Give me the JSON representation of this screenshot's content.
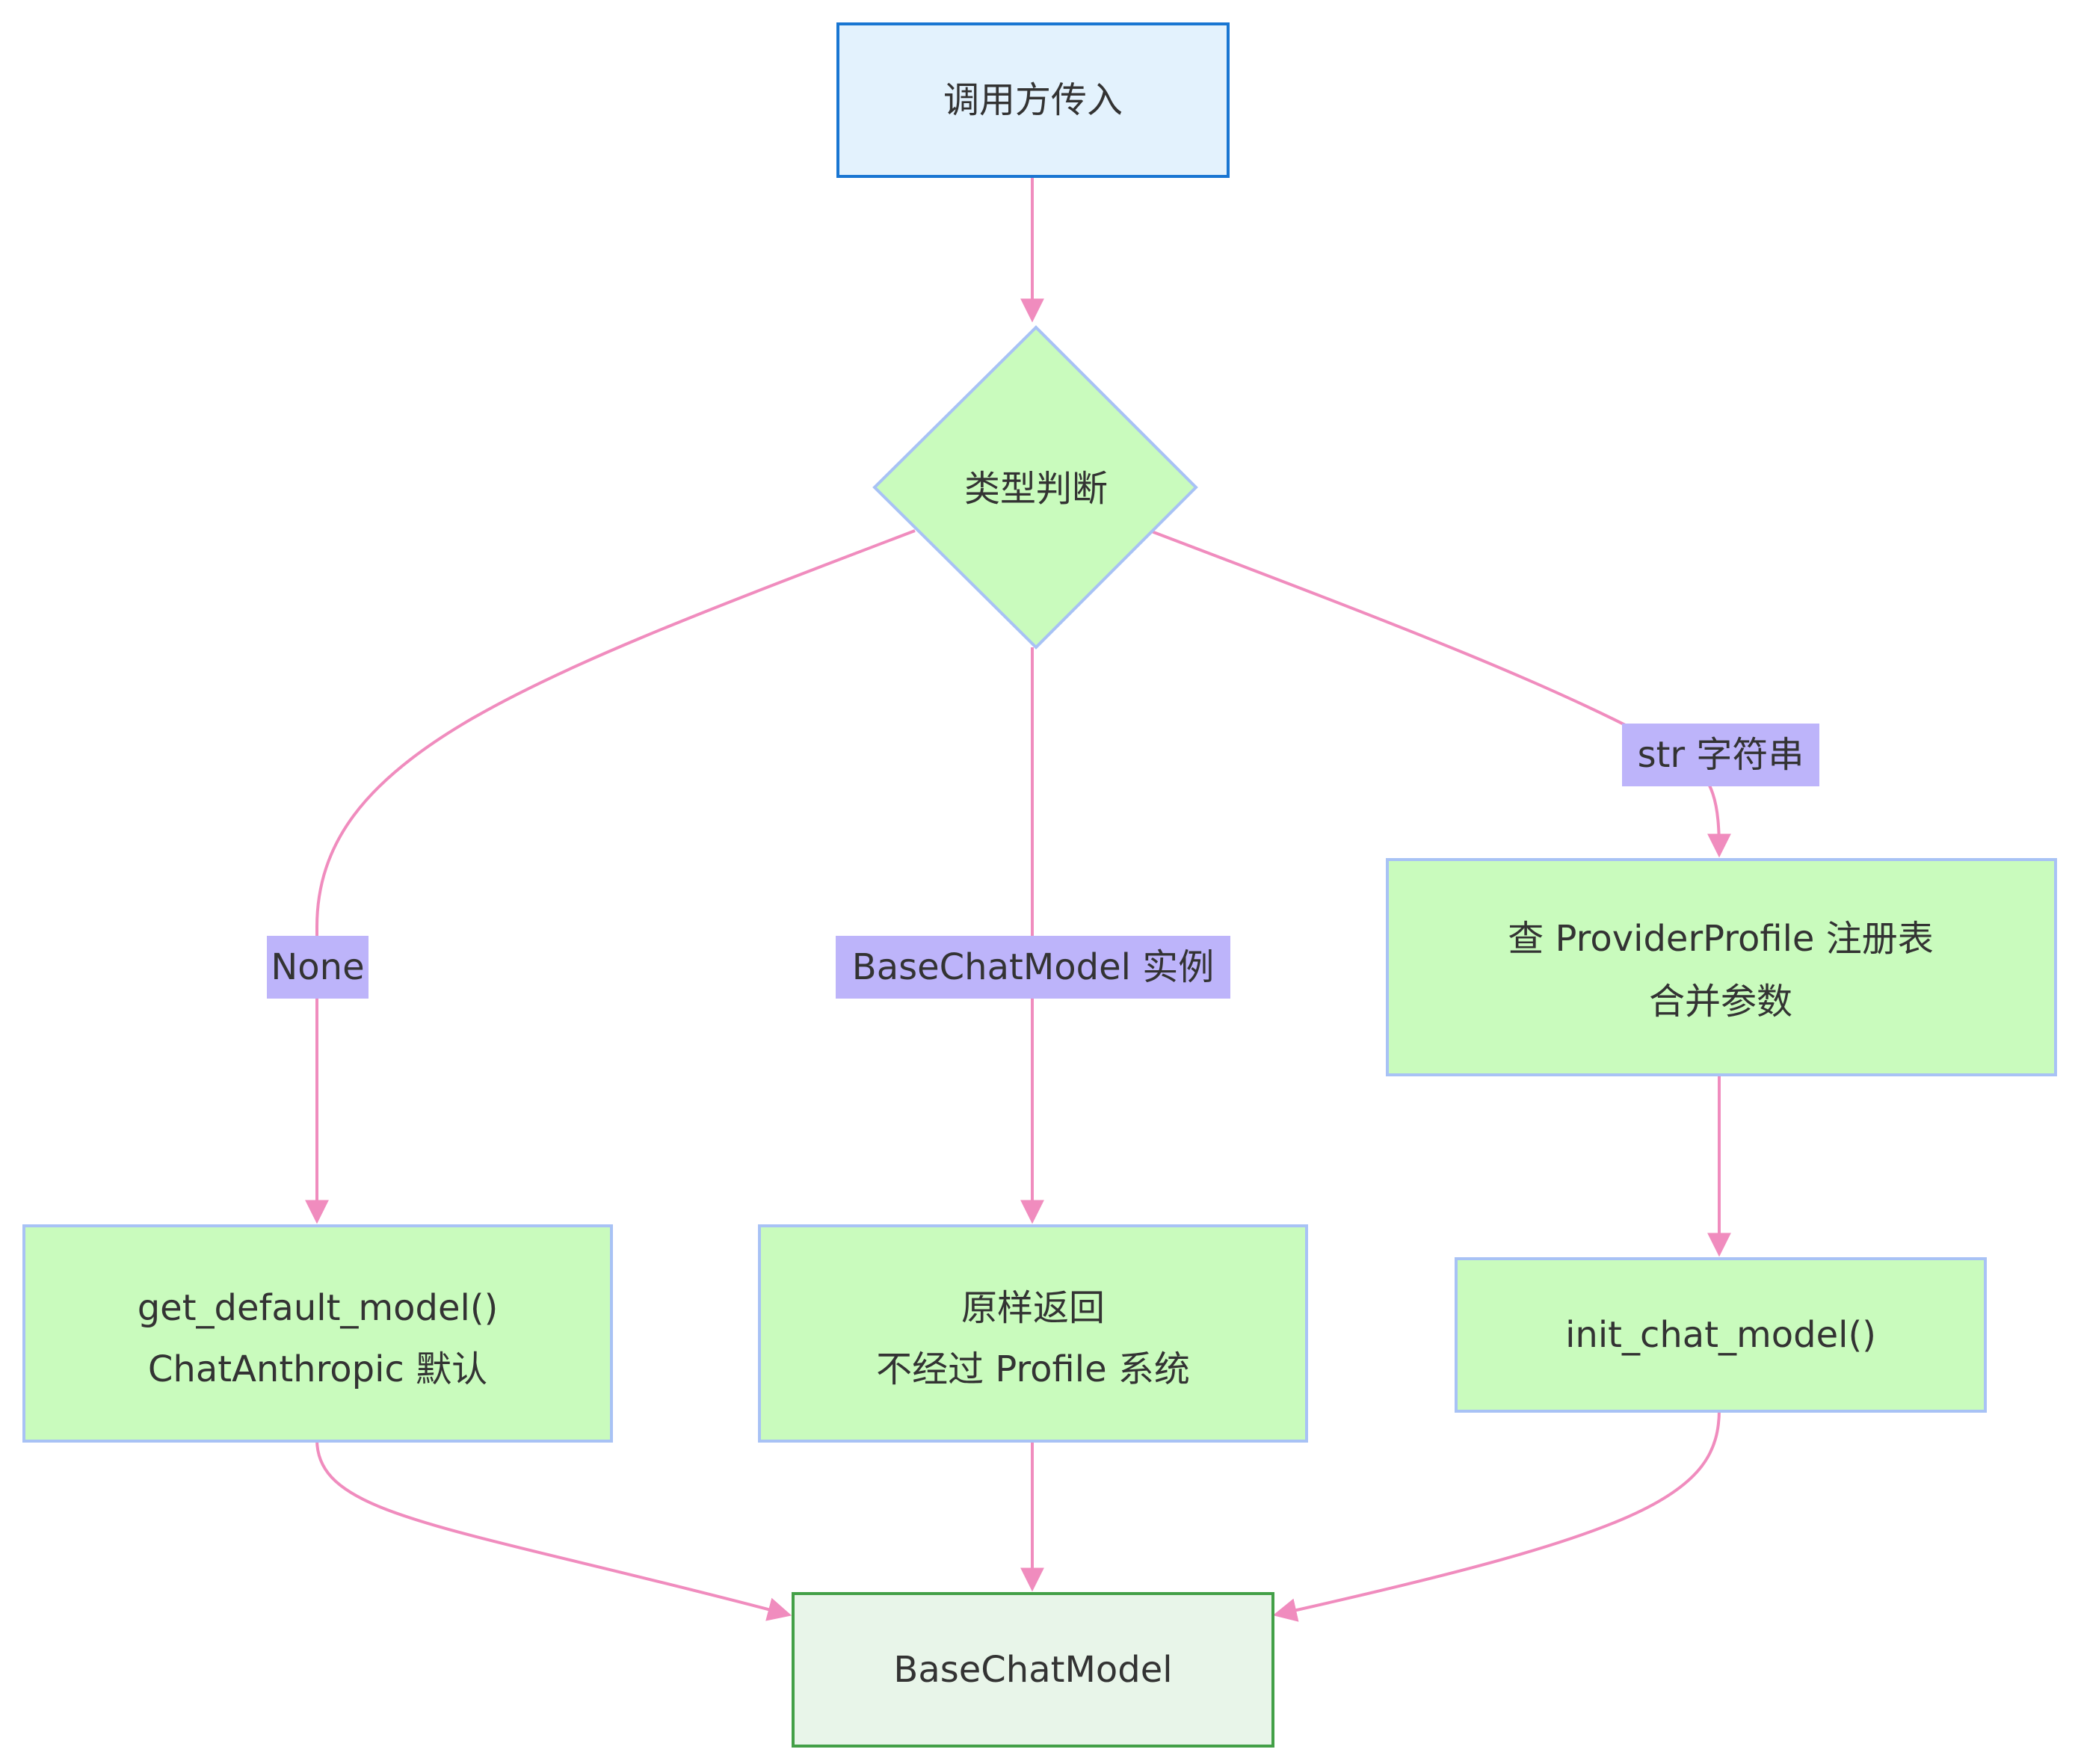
{
  "nodes": {
    "input": {
      "lines": [
        "调用方传入"
      ],
      "fill": "#E3F2FD",
      "stroke": "#1976D2"
    },
    "decision": {
      "lines": [
        "类型判断"
      ],
      "fill": "#C9FBBD",
      "stroke": "#A8C2F5"
    },
    "default": {
      "lines": [
        "get_default_model()",
        "ChatAnthropic 默认"
      ],
      "fill": "#C9FBBD",
      "stroke": "#A8C2F5"
    },
    "passthrough": {
      "lines": [
        "原样返回",
        "不经过 Profile 系统"
      ],
      "fill": "#C9FBBD",
      "stroke": "#A8C2F5"
    },
    "registry": {
      "lines": [
        "查 ProviderProfile 注册表",
        "合并参数"
      ],
      "fill": "#C9FBBD",
      "stroke": "#A8C2F5"
    },
    "init": {
      "lines": [
        "init_chat_model()"
      ],
      "fill": "#C9FBBD",
      "stroke": "#A8C2F5"
    },
    "output": {
      "lines": [
        "BaseChatModel"
      ],
      "fill": "#E8F5E9",
      "stroke": "#43A047"
    }
  },
  "edge_labels": {
    "none": "None",
    "instance": "BaseChatModel 实例",
    "string": "str 字符串"
  },
  "colors": {
    "edge": "#F08CBE",
    "label_bg": "#BDB4FA",
    "text": "#333333"
  }
}
